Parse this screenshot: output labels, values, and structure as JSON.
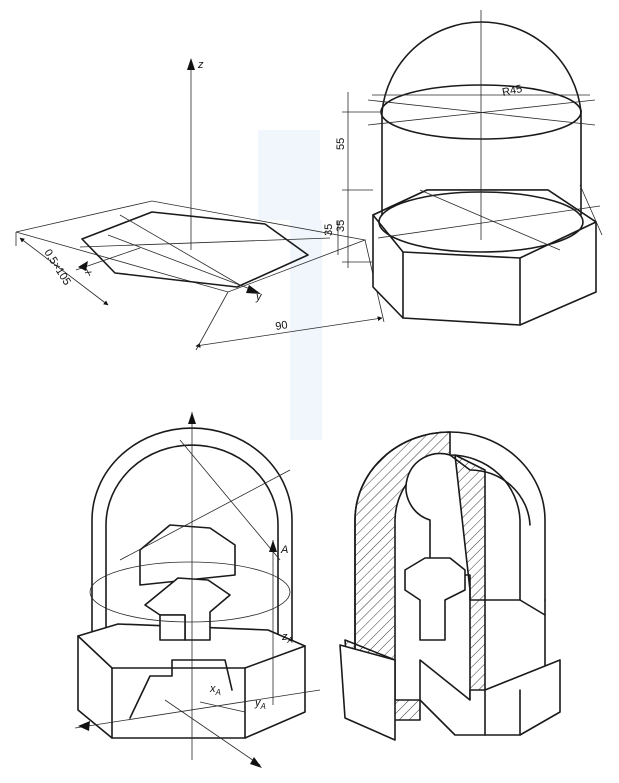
{
  "labels": {
    "axis_z": "z",
    "axis_x": "x",
    "axis_y": "y",
    "dim_hex_side": "0,5×105",
    "dim_90": "90",
    "dim_55": "55",
    "dim_35_right": "35",
    "dim_35_left": "35",
    "dim_radius": "R45",
    "point_A": "A",
    "coord_zA": "z",
    "coord_xA": "x",
    "coord_yA": "y",
    "subscript_A": "A"
  },
  "colors": {
    "line": "#1a1a1a",
    "background": "#ffffff",
    "watermark": "#e3eff7"
  }
}
